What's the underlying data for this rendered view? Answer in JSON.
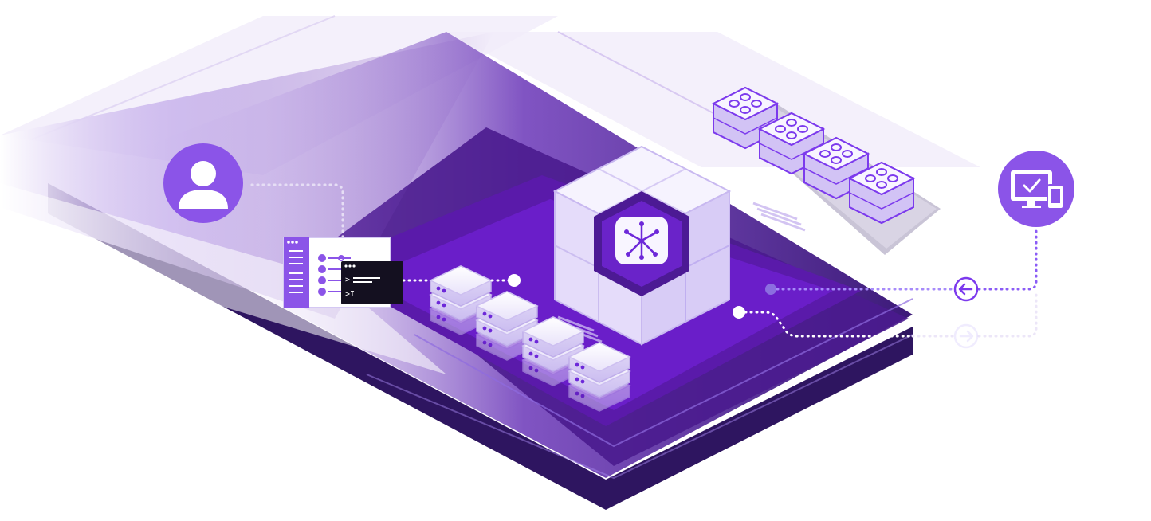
{
  "image": {
    "type": "isometric-illustration",
    "theme_colors": {
      "accent": "#7b3fe4",
      "deep": "#3a1a73",
      "platform_side": "#4b1f91",
      "platform_top": "#5b1ea8",
      "inner_panel": "#6c22c9",
      "icon_fill": "#8b5cf6",
      "tile_light": "#ece6fb",
      "tray_gray": "#c9c4d6"
    }
  },
  "icons": {
    "user": "user-icon",
    "app_window": "app-window-icon",
    "terminal": "terminal-icon",
    "servers": "server-stack-icon",
    "core": "cube-core-icon",
    "network": "network-star-icon",
    "dice_modules": "module-dice-icon",
    "monitor": "monitor-check-icon",
    "arrow_left": "arrow-left-icon",
    "arrow_right": "arrow-right-icon"
  },
  "terminal": {
    "prompt_line1": ">",
    "prompt_line2": ">I"
  },
  "counts": {
    "server_stacks": 4,
    "dice_modules": 4
  }
}
